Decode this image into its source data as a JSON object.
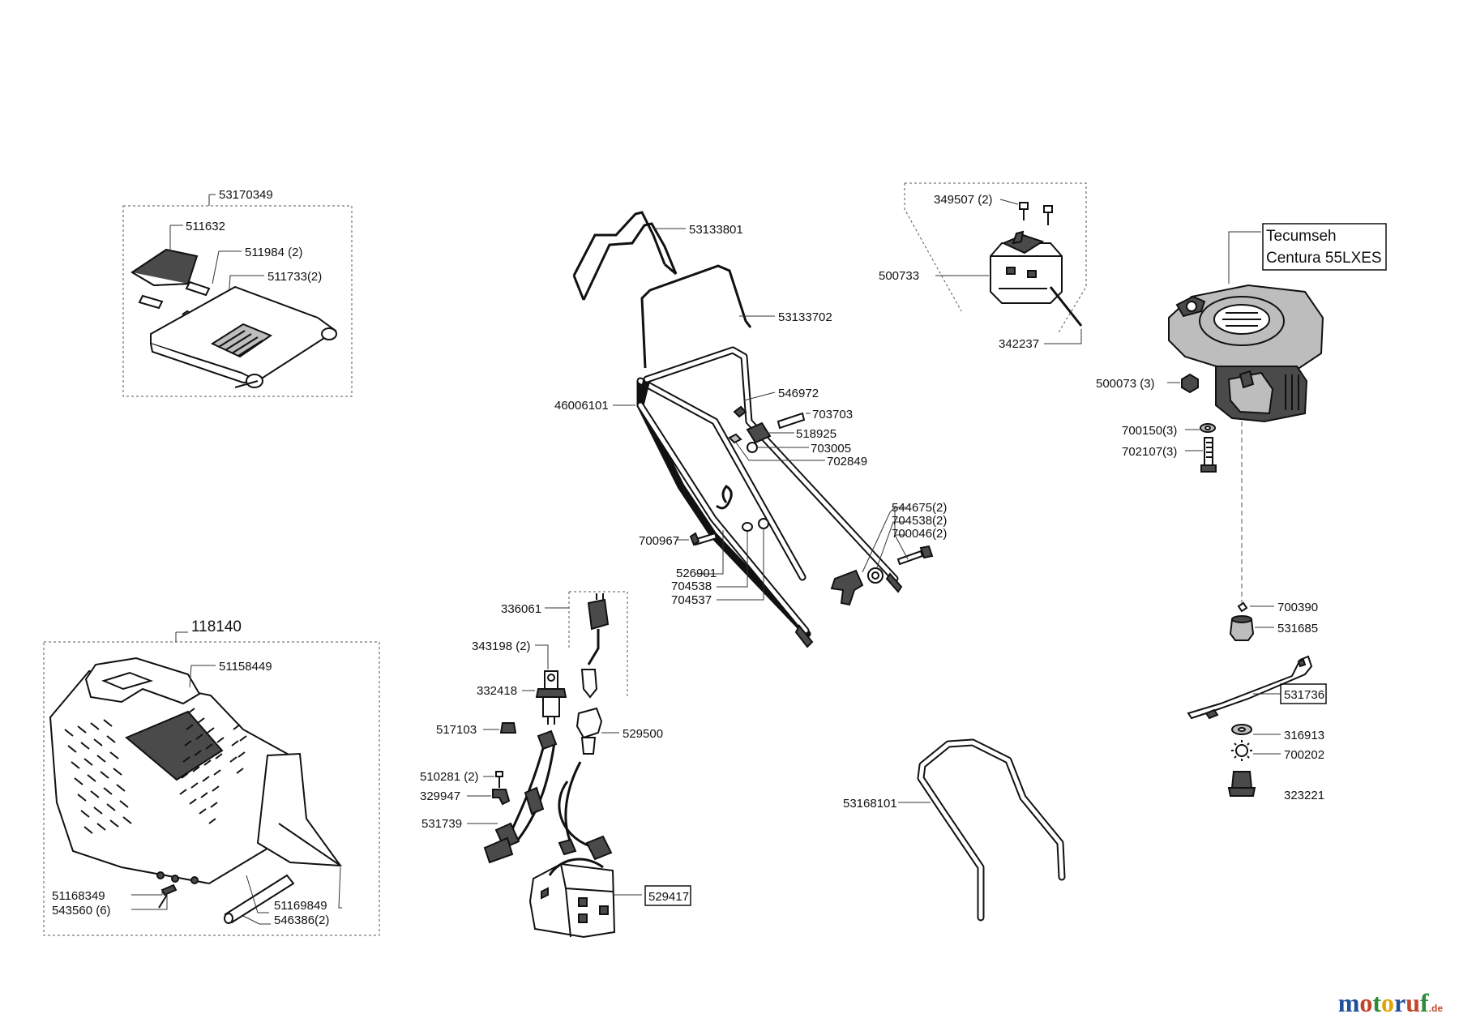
{
  "callouts": {
    "c53170349": "53170349",
    "c511632": "511632",
    "c511984": "511984 (2)",
    "c511733": "511733(2)",
    "c53133801": "53133801",
    "c53133702": "53133702",
    "c46006101": "46006101",
    "c546972": "546972",
    "c703703": "703703",
    "c518925": "518925",
    "c703005": "703005",
    "c702849": "702849",
    "c544675": "544675(2)",
    "c704538a": "704538(2)",
    "c700046": "700046(2)",
    "c700967": "700967",
    "c526901": "526901",
    "c704538": "704538",
    "c704537": "704537",
    "c349507": "349507 (2)",
    "c500733": "500733",
    "c342237": "342237",
    "c500073": "500073 (3)",
    "c700150": "700150(3)",
    "c702107": "702107(3)",
    "c700390": "700390",
    "c531685": "531685",
    "c531736": "531736",
    "c316913": "316913",
    "c700202": "700202",
    "c323221": "323221",
    "c118140": "118140",
    "c51158449": "51158449",
    "c51168349": "51168349",
    "c543560": "543560 (6)",
    "c51169849": "51169849",
    "c546386": "546386(2)",
    "c336061": "336061",
    "c343198": "343198 (2)",
    "c332418": "332418",
    "c517103": "517103",
    "c529500": "529500",
    "c510281": "510281 (2)",
    "c329947": "329947",
    "c531739": "531739",
    "c529417": "529417",
    "c53168101": "53168101"
  },
  "engine_label": {
    "line1": "Tecumseh",
    "line2": "Centura 55LXES"
  },
  "logo": {
    "text": "motoruf",
    "suffix": ".de",
    "colors": [
      "#1f4e9a",
      "#c2452b",
      "#2e8b3a",
      "#e0a400",
      "#1f4e9a",
      "#c2452b",
      "#2e8b3a"
    ]
  }
}
